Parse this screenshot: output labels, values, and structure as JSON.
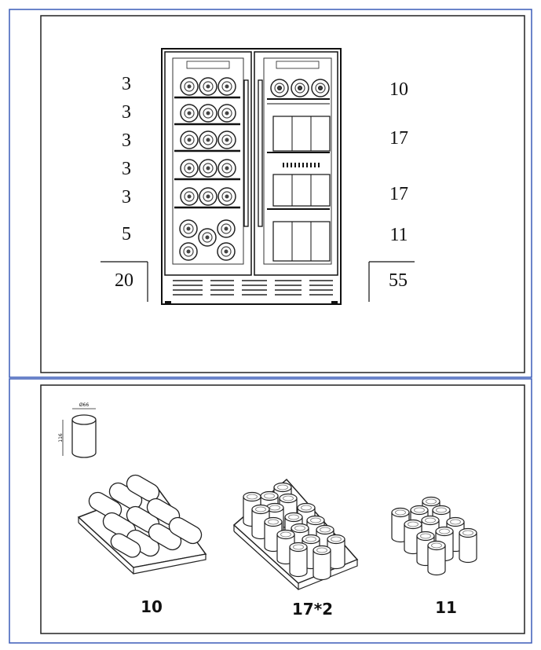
{
  "top_panel": {
    "left_shelf_counts": [
      "3",
      "3",
      "3",
      "3",
      "3",
      "5"
    ],
    "left_total": "20",
    "right_shelf_counts": [
      "10",
      "17",
      "17",
      "11"
    ],
    "right_total": "55"
  },
  "can_dimensions": {
    "diameter": "Ø66",
    "height": "116"
  },
  "bottom_panel": {
    "shelf_captions": [
      "10",
      "17*2",
      "11"
    ]
  }
}
